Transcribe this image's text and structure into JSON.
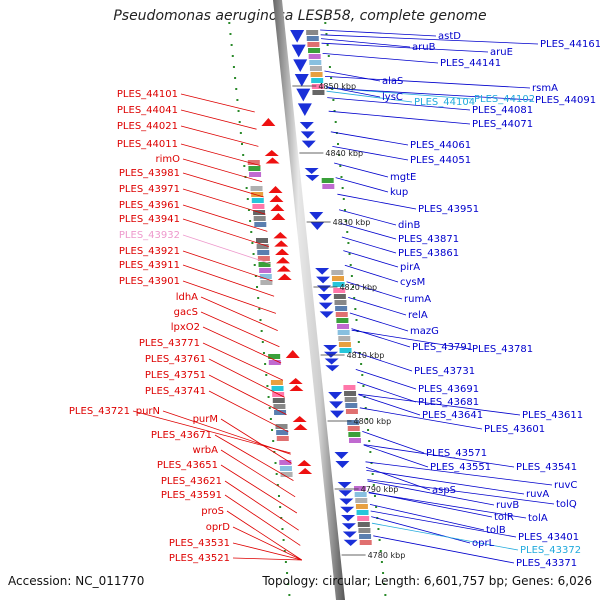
{
  "title": "Pseudomonas aeruginosa LESB58, complete genome",
  "accession": "Accession: NC_011770",
  "topology": "Topology: circular; Length: 6,601,757 bp; Genes: 6,026",
  "colors": {
    "left_labels": "#dd0000",
    "right_labels": "#0000cc",
    "highlight_right": "#22aadd",
    "highlight_left": "#ee99cc",
    "backbone": "#999999",
    "tick_green": "#2a8a2a"
  },
  "kbp_markers": [
    {
      "label": "4850 kbp"
    },
    {
      "label": "4840 kbp"
    },
    {
      "label": "4830 kbp"
    },
    {
      "label": "4820 kbp"
    },
    {
      "label": "4810 kbp"
    },
    {
      "label": "4800 kbp"
    },
    {
      "label": "4790 kbp"
    },
    {
      "label": "4780 kbp"
    }
  ],
  "left_genes": [
    {
      "label": "PLES_44101"
    },
    {
      "label": "PLES_44041"
    },
    {
      "label": "PLES_44021"
    },
    {
      "label": "PLES_44011"
    },
    {
      "label": "rimO"
    },
    {
      "label": "PLES_43981"
    },
    {
      "label": "PLES_43971"
    },
    {
      "label": "PLES_43961"
    },
    {
      "label": "PLES_43941"
    },
    {
      "label": "PLES_43932",
      "highlight": true
    },
    {
      "label": "PLES_43921"
    },
    {
      "label": "PLES_43911"
    },
    {
      "label": "PLES_43901"
    },
    {
      "label": "ldhA"
    },
    {
      "label": "gacS"
    },
    {
      "label": "lpxO2"
    },
    {
      "label": "PLES_43771"
    },
    {
      "label": "PLES_43761"
    },
    {
      "label": "PLES_43751"
    },
    {
      "label": "PLES_43741"
    },
    {
      "label": "PLES_43721"
    },
    {
      "label": "purN"
    },
    {
      "label": "purM"
    },
    {
      "label": "PLES_43671"
    },
    {
      "label": "wrbA"
    },
    {
      "label": "PLES_43651"
    },
    {
      "label": "PLES_43621"
    },
    {
      "label": "PLES_43591"
    },
    {
      "label": "proS"
    },
    {
      "label": "oprD"
    },
    {
      "label": "PLES_43531"
    },
    {
      "label": "PLES_43521"
    }
  ],
  "right_genes": [
    {
      "label": "astD"
    },
    {
      "label": "aruB"
    },
    {
      "label": "aruE"
    },
    {
      "label": "PLES_44161"
    },
    {
      "label": "PLES_44141"
    },
    {
      "label": "alaS"
    },
    {
      "label": "lysC"
    },
    {
      "label": "PLES_44104",
      "highlight": true
    },
    {
      "label": "PLES_44102",
      "highlight": true
    },
    {
      "label": "rsmA"
    },
    {
      "label": "PLES_44091"
    },
    {
      "label": "PLES_44081"
    },
    {
      "label": "PLES_44071"
    },
    {
      "label": "PLES_44061"
    },
    {
      "label": "PLES_44051"
    },
    {
      "label": "mgtE"
    },
    {
      "label": "kup"
    },
    {
      "label": "PLES_43951"
    },
    {
      "label": "dinB"
    },
    {
      "label": "PLES_43871"
    },
    {
      "label": "PLES_43861"
    },
    {
      "label": "pirA"
    },
    {
      "label": "cysM"
    },
    {
      "label": "rumA"
    },
    {
      "label": "relA"
    },
    {
      "label": "mazG"
    },
    {
      "label": "PLES_43791"
    },
    {
      "label": "PLES_43781"
    },
    {
      "label": "PLES_43731"
    },
    {
      "label": "PLES_43691"
    },
    {
      "label": "PLES_43681"
    },
    {
      "label": "PLES_43641"
    },
    {
      "label": "PLES_43611"
    },
    {
      "label": "PLES_43601"
    },
    {
      "label": "PLES_43571"
    },
    {
      "label": "PLES_43551"
    },
    {
      "label": "PLES_43541"
    },
    {
      "label": "aspS"
    },
    {
      "label": "ruvC"
    },
    {
      "label": "ruvA"
    },
    {
      "label": "ruvB"
    },
    {
      "label": "tolQ"
    },
    {
      "label": "tolR"
    },
    {
      "label": "tolA"
    },
    {
      "label": "tolB"
    },
    {
      "label": "PLES_43401"
    },
    {
      "label": "oprL"
    },
    {
      "label": "PLES_43372",
      "highlight": true
    },
    {
      "label": "PLES_43371"
    }
  ]
}
